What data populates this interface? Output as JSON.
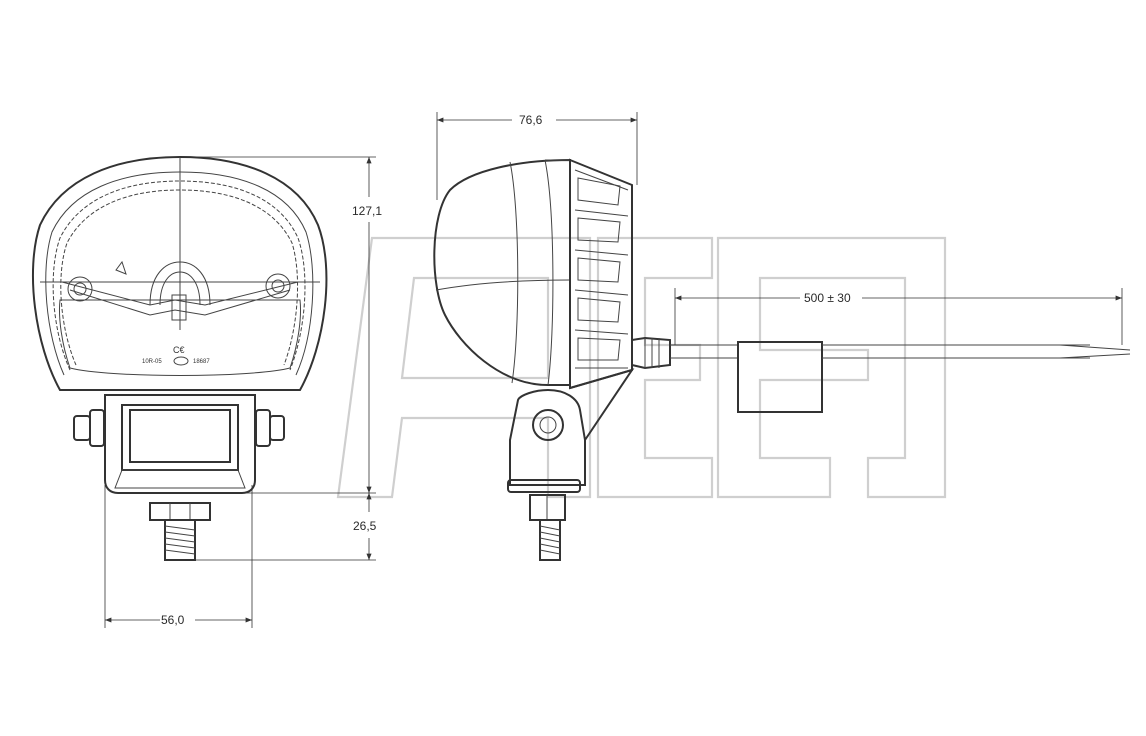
{
  "drawing": {
    "dimensions": {
      "width_front": "56,0",
      "height_total": "127,1",
      "height_bolt": "26,5",
      "depth_side": "76,6",
      "cable_length": "500 ± 30"
    },
    "lens_markings": {
      "approval": "10R-05",
      "certificate": "18687",
      "ce_mark": "C€"
    },
    "colors": {
      "line": "#333333",
      "watermark": "#cfcfcf",
      "background": "#ffffff"
    },
    "watermark_logo": "AEB logo outline"
  }
}
